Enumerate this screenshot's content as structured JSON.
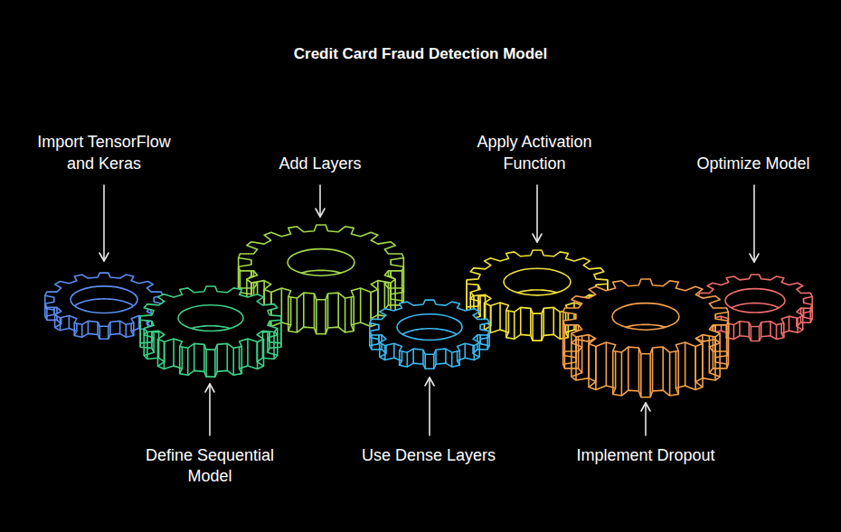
{
  "diagram": {
    "title": "Credit Card Fraud Detection Model",
    "nodes": [
      {
        "text": [
          "Import TensorFlow and Keras"
        ]
      },
      {
        "text": [
          "Define Sequential Model"
        ]
      },
      {
        "text": [
          "Add Layers"
        ]
      },
      {
        "text": [
          "Use Dense Layers"
        ]
      },
      {
        "text": [
          "Apply Activation Function"
        ]
      },
      {
        "text": [
          "Implement Dropout"
        ]
      },
      {
        "text": [
          "Optimize Model"
        ]
      }
    ]
  }
}
